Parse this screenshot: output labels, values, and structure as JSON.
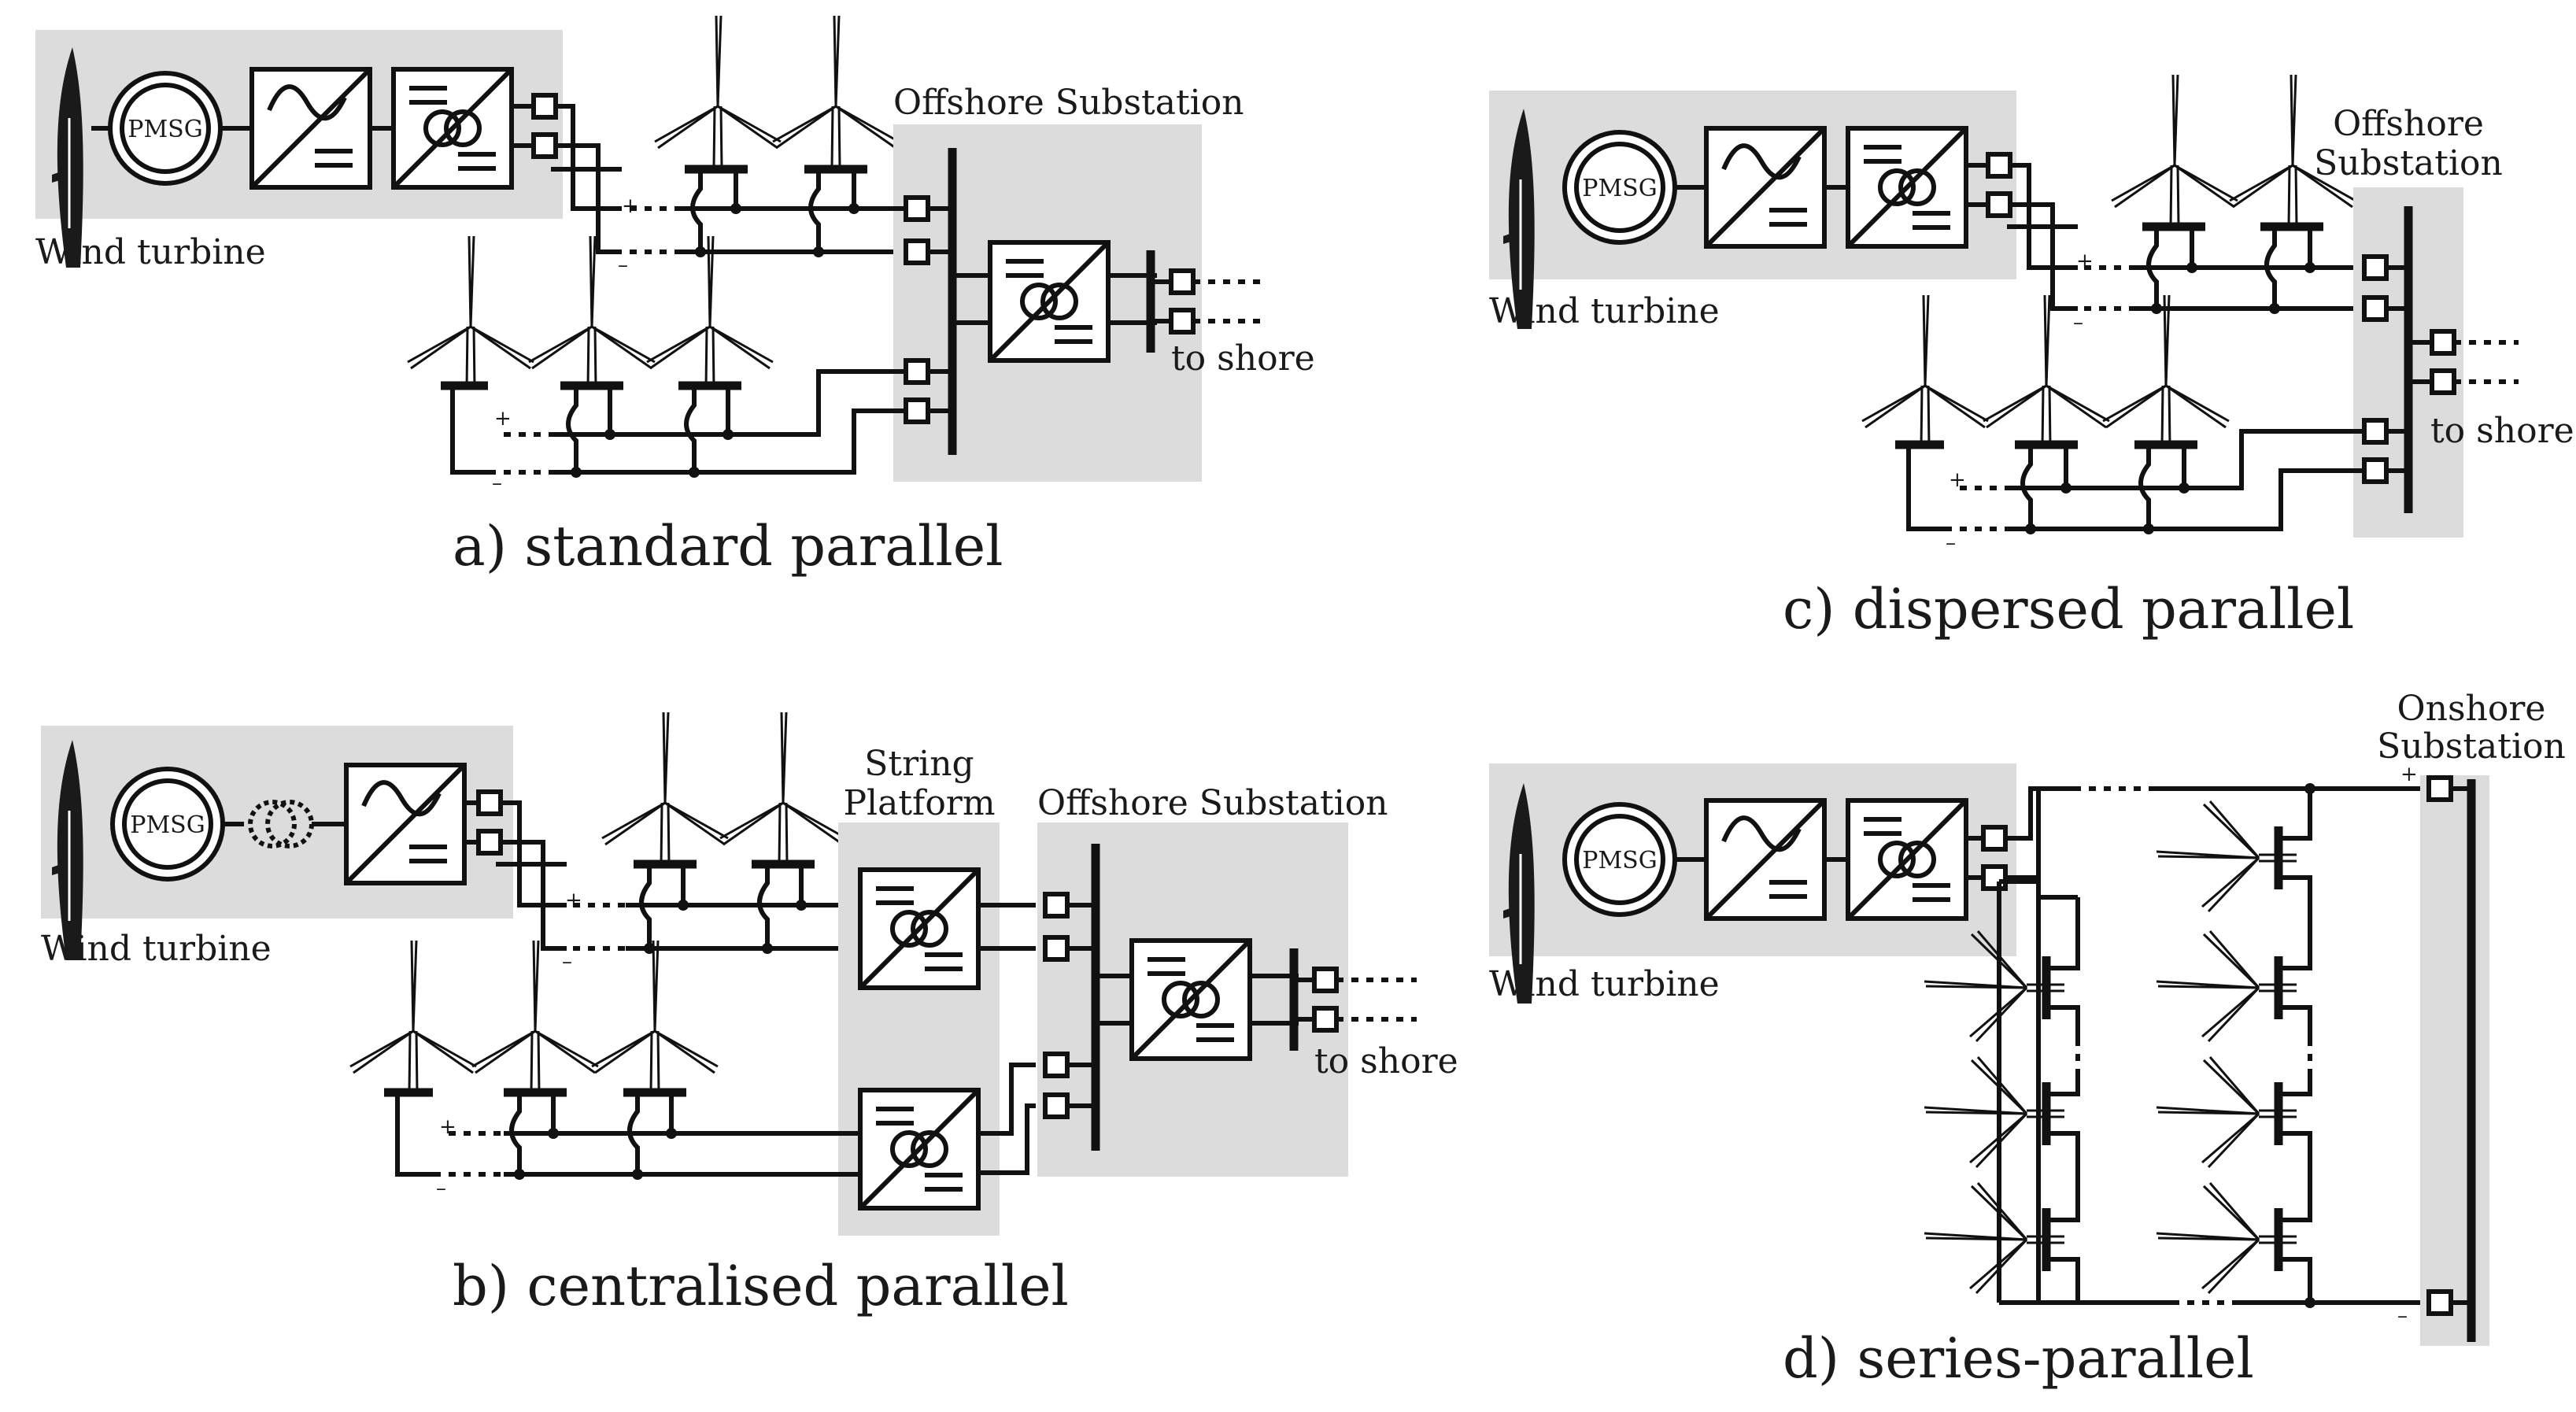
{
  "labels": {
    "wind_turbine": "Wind turbine",
    "pmsg": "PMSG",
    "offshore_substation": "Offshore Substation",
    "offshore_substation_line1": "Offshore",
    "offshore_substation_line2": "Substation",
    "string_platform_line1": "String",
    "string_platform_line2": "Platform",
    "onshore_substation_line1": "Onshore",
    "onshore_substation_line2": "Substation",
    "to_shore": "to shore",
    "plus": "+",
    "minus": "–"
  },
  "captions": {
    "a": "a) standard parallel",
    "b": "b) centralised parallel",
    "c": "c) dispersed parallel",
    "d": "d) series-parallel"
  },
  "colors": {
    "line": "#111111",
    "shade": "#dcdcdc",
    "background": "#ffffff"
  }
}
